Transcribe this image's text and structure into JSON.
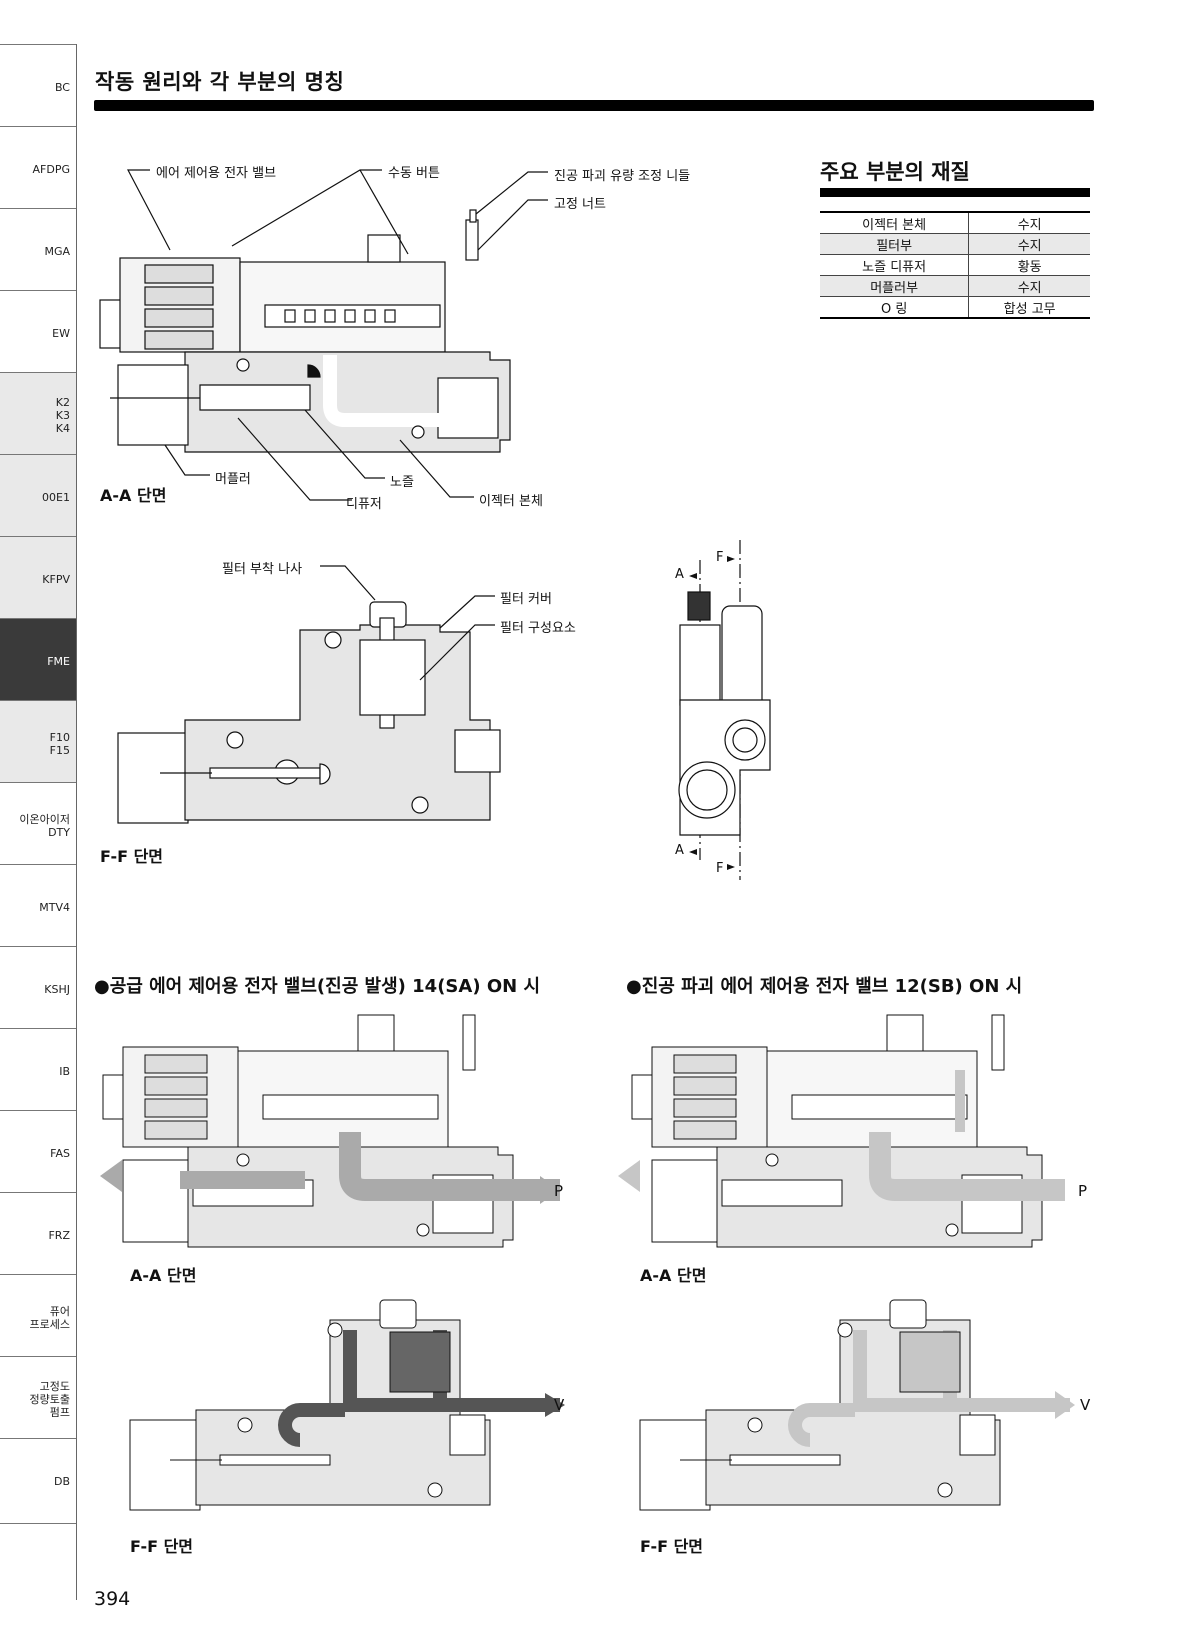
{
  "side_tabs": [
    {
      "label": "BC",
      "style": "w"
    },
    {
      "label": "AFDPG",
      "style": "w"
    },
    {
      "label": "MGA",
      "style": "w"
    },
    {
      "label": "EW",
      "style": "w"
    },
    {
      "label": "K2\nK3\nK4",
      "style": "g"
    },
    {
      "label": "00E1",
      "style": "g"
    },
    {
      "label": "KFPV",
      "style": "g"
    },
    {
      "label": "FME",
      "style": "act"
    },
    {
      "label": "F10\nF15",
      "style": "g"
    },
    {
      "label": "이온아이저\nDTY",
      "style": "w"
    },
    {
      "label": "MTV4",
      "style": "w"
    },
    {
      "label": "KSHJ",
      "style": "w"
    },
    {
      "label": "IB",
      "style": "w"
    },
    {
      "label": "FAS",
      "style": "w"
    },
    {
      "label": "FRZ",
      "style": "w"
    },
    {
      "label": "퓨어\n프로세스",
      "style": "w"
    },
    {
      "label": "고정도\n정량토출\n펌프",
      "style": "w"
    },
    {
      "label": "DB",
      "style": "w"
    }
  ],
  "page_title": "작동 원리와 각 부분의 명칭",
  "page_number": "394",
  "materials": {
    "title": "주요 부분의 재질",
    "rows": [
      [
        "이젝터 본체",
        "수지"
      ],
      [
        "필터부",
        "수지"
      ],
      [
        "노즐 디퓨저",
        "황동"
      ],
      [
        "머플러부",
        "수지"
      ],
      [
        "O 링",
        "합성 고무"
      ]
    ]
  },
  "aa_labels": {
    "solenoid": "에어 제어용 전자 밸브",
    "manual": "수동 버튼",
    "needle": "진공 파괴 유량 조정 니들",
    "nut": "고정 너트",
    "muffler": "머플러",
    "nozzle": "노즐",
    "diffuser": "디퓨저",
    "body": "이젝터 본체"
  },
  "ff_labels": {
    "screw": "필터 부착 나사",
    "cover": "필터 커버",
    "element": "필터 구성요소"
  },
  "side_view": {
    "a": "A",
    "f": "F"
  },
  "sections": {
    "aa": "A-A 단면",
    "ff": "F-F 단면"
  },
  "ops": {
    "supply": "●공급 에어 제어용 전자 밸브(진공 발생) 14(SA) ON 시",
    "break": "●진공 파괴 에어 제어용 전자 밸브 12(SB) ON 시",
    "p": "P",
    "v": "V"
  }
}
